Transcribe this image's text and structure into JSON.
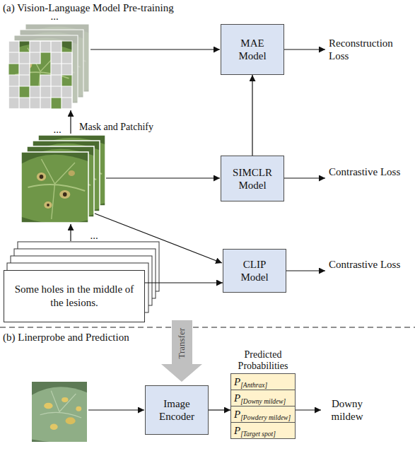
{
  "diagram": {
    "nodes": [
      {
        "text": [
          "MAE Model"
        ]
      },
      {
        "text": [
          "SIMCLR Model"
        ]
      },
      {
        "text": [
          "CLIP Model"
        ]
      },
      {
        "text": [
          "Some holes in the middle of the lesions."
        ]
      },
      {
        "text": [
          "Image Encoder"
        ]
      },
      {
        "text": [
          "Predicted Probabilities"
        ]
      },
      {
        "text": [
          "P",
          "[Anthrax]"
        ],
        "in": 5
      },
      {
        "text": [
          "P",
          "[Downy mildew]"
        ],
        "in": 5
      },
      {
        "text": [
          "P",
          "[Powdery mildew]"
        ],
        "in": 5
      },
      {
        "text": [
          "P",
          "[Target spot]"
        ],
        "in": 5
      }
    ],
    "edges": [
      {
        "from": 1,
        "to": 0,
        "arrow": "to"
      },
      {
        "from": 3,
        "to": 2,
        "arrow": "to"
      },
      {
        "from": 4,
        "to": 5,
        "arrow": "to"
      }
    ],
    "labels": [
      "(a) Vision-Language Model Pre-training",
      "...",
      "Mask and Patchify",
      "...",
      "Reconstruction Loss",
      "Contrastive Loss",
      "...",
      "Contrastive Loss",
      "Transfer",
      "(b) Linerprobe and Prediction",
      "Downy mildew"
    ]
  }
}
